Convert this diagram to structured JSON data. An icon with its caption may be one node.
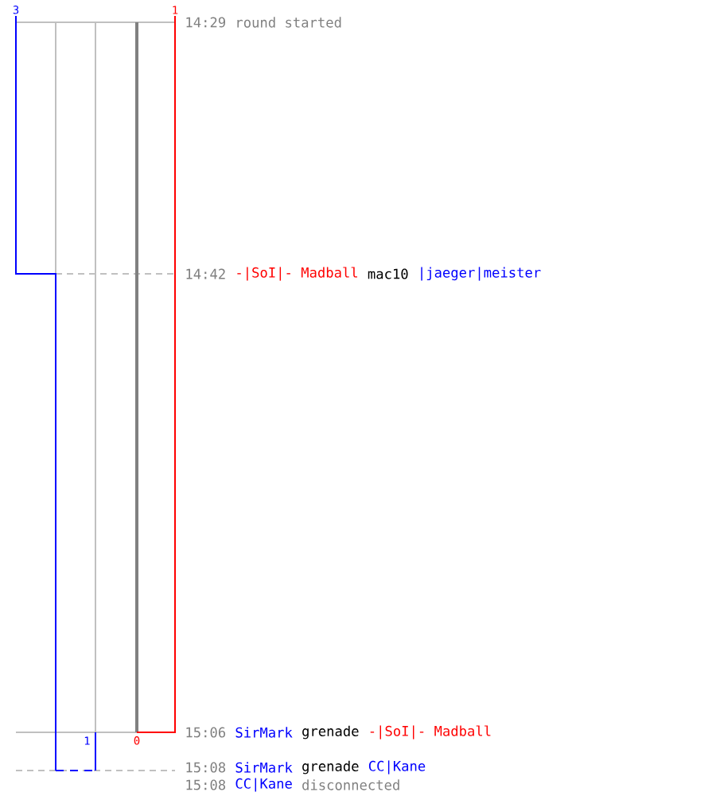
{
  "diagram": {
    "labels": [
      "3",
      "1",
      "14:29",
      "round started",
      "14:42",
      "-|SoI|- Madball",
      "mac10",
      "|jaeger|meister",
      "1",
      "0",
      "15:06",
      "SirMark",
      "grenade",
      "-|SoI|- Madball",
      "15:08",
      "SirMark",
      "grenade",
      "CC|Kane",
      "15:08",
      "CC|Kane",
      "disconnected"
    ]
  }
}
